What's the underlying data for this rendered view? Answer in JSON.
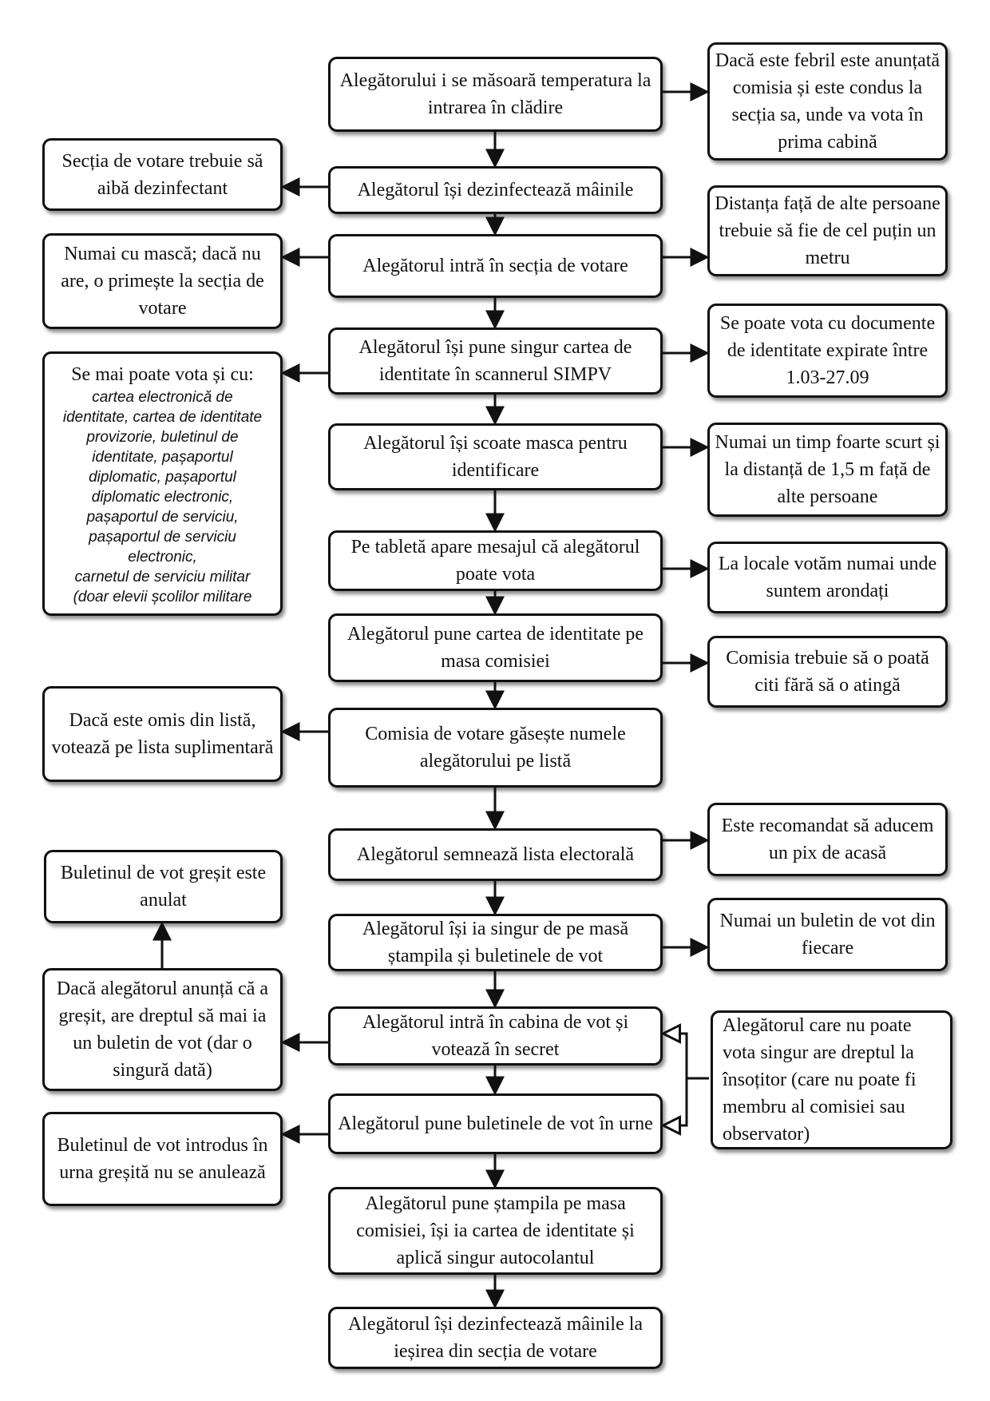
{
  "main_steps": [
    "Alegătorului i se măsoară temperatura la intrarea în clădire",
    "Alegătorul își dezinfectează mâinile",
    "Alegătorul intră în secția de votare",
    "Alegătorul își pune singur cartea de identitate în scannerul SIMPV",
    "Alegătorul își scoate masca pentru identificare",
    "Pe tabletă apare mesajul că alegătorul poate vota",
    "Alegătorul pune cartea de identitate pe masa comisiei",
    "Comisia de votare găsește numele alegătorului pe listă",
    "Alegătorul semnează lista electorală",
    "Alegătorul își ia singur de pe masă ștampila și buletinele de vot",
    "Alegătorul intră în cabina de vot și votează în secret",
    "Alegătorul pune buletinele de vot în urne",
    "Alegătorul pune ștampila pe masa comisiei, își ia cartea de identitate și aplică singur autocolantul",
    "Alegătorul își dezinfectează mâinile la ieșirea din secția de votare"
  ],
  "right_notes": {
    "fever": "Dacă este febril este anunțată comisia și este condus la secția sa, unde va vota în prima cabină",
    "distance": "Distanța față de alte persoane trebuie să fie de cel puțin un metru",
    "expired_docs": "Se poate vota cu documente de identitate expirate între 1.03-27.09",
    "mask_removal": "Numai un timp foarte scurt și la distanță de 1,5 m față de alte persoane",
    "local": "La locale votăm numai unde suntem arondați",
    "commission_read": "Comisia trebuie să o poată citi fără să o atingă",
    "pen": "Este recomandat să aducem un pix de acasă",
    "one_ballot": "Numai un buletin de vot din fiecare",
    "companion": "Alegătorul care nu poate vota singur are dreptul la însoțitor (care nu poate fi membru al comisiei sau observator)"
  },
  "left_notes": {
    "disinfectant": "Secția de votare trebuie să aibă dezinfectant",
    "mask": "Numai cu mască; dacă nu are, o primește la secția de votare",
    "other_docs_head": "Se mai poate vota și cu:",
    "other_docs_list": "cartea electronică de\nidentitate, cartea de identitate\nprovizorie, buletinul de\nidentitate, pașaportul\ndiplomatic, pașaportul\ndiplomatic electronic,\npașaportul de serviciu,\npașaportul de serviciu\nelectronic,\ncarnetul de serviciu militar\n(doar elevii școlilor militare",
    "omitted": "Dacă este omis din listă, votează pe lista suplimentară",
    "annulled": "Buletinul de vot greșit este anulat",
    "mistake": "Dacă alegătorul anunță că a greșit, are dreptul să mai ia un buletin de vot (dar o singură dată)",
    "wrong_urn": "Buletinul de vot introdus în urna greșită nu se anulează"
  },
  "colors": {
    "border": "#111111",
    "background": "#ffffff",
    "text": "#111111"
  }
}
